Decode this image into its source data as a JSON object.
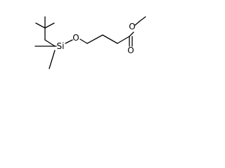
{
  "molecule": {
    "atoms": {
      "silicon": "Si",
      "ether_oxygen": "O",
      "carbonyl_oxygen": "O",
      "ester_oxygen": "O"
    },
    "colors": {
      "bond": "#000000",
      "label": "#000000",
      "background": "#ffffff"
    }
  }
}
